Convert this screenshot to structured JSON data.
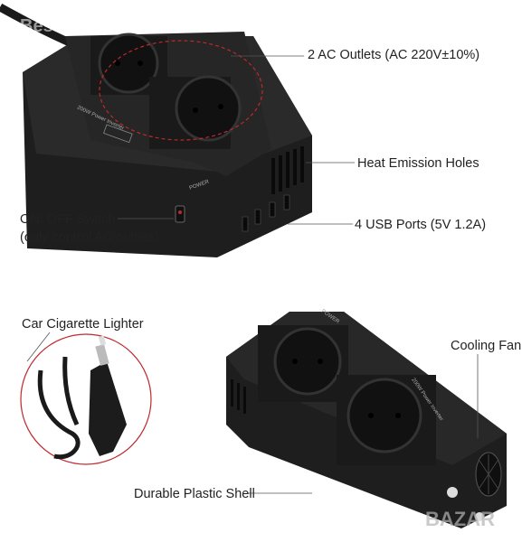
{
  "watermark_top": "Best for home",
  "watermark_bottom": "BAZAR",
  "callouts": {
    "ac_outlets": "2 AC Outlets (AC 220V±10%)",
    "heat_holes": "Heat Emission Holes",
    "usb_ports": "4 USB Ports (5V 1.2A)",
    "switch_line1": "ON/ OFF Switch",
    "switch_line2": "(only control AC outlets)",
    "cigarette_lighter": "Car Cigarette Lighter",
    "cooling_fan": "Cooling Fan",
    "plastic_shell": "Durable Plastic Shell"
  },
  "device": {
    "model_text": "200W Power Inverter",
    "power_label": "POWER"
  },
  "colors": {
    "device_body": "#1e1e1e",
    "accent_red": "#c0282d",
    "leader_line": "#555555"
  }
}
